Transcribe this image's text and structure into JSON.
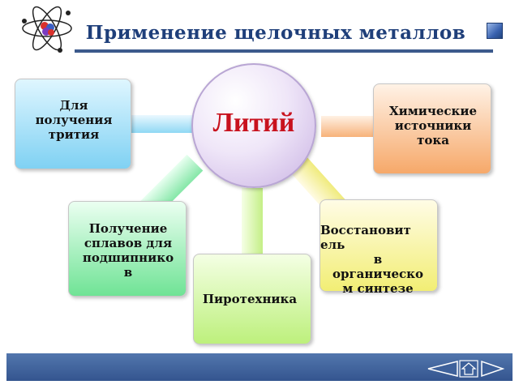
{
  "title": "Применение щелочных металлов",
  "center": {
    "label": "Литий"
  },
  "boxes": {
    "tritium": {
      "lines": [
        "Для",
        "получения",
        "трития"
      ]
    },
    "chemical_sources": {
      "lines": [
        "Химические",
        "источники",
        "тока"
      ]
    },
    "alloys": {
      "lines": [
        "Получение",
        "сплавов для",
        "подшипнико",
        "в"
      ]
    },
    "pyrotechnics": {
      "lines": [
        "Пиротехника"
      ]
    },
    "reducer": {
      "lines": [
        "Восстановит",
        "ель",
        "в",
        "органическо",
        "м синтезе"
      ]
    }
  },
  "colors": {
    "title": "#1f3f7a",
    "center_label": "#c8121e",
    "footer": "#3e619b"
  },
  "icons": [
    "atom-icon",
    "prev-arrow-icon",
    "home-icon",
    "next-arrow-icon"
  ]
}
